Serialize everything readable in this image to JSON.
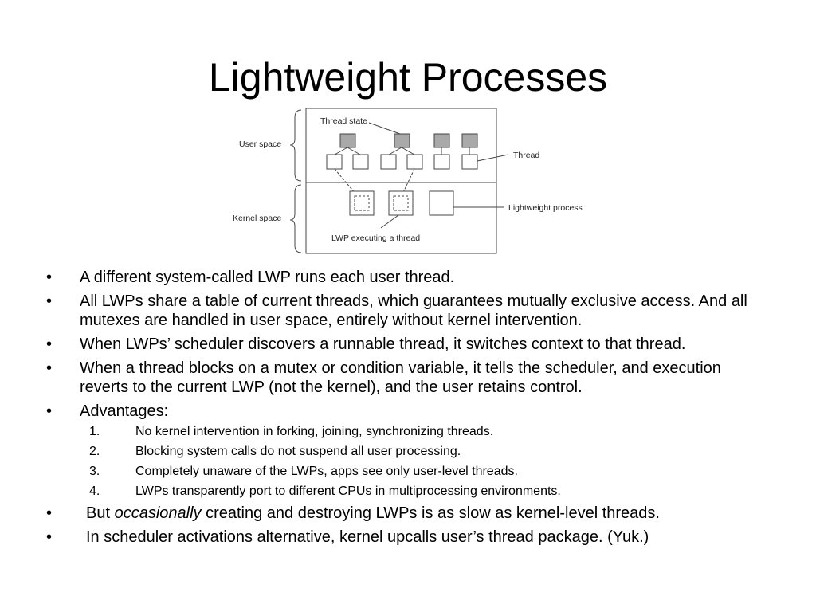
{
  "slide": {
    "title": "Lightweight Processes",
    "figure": {
      "labels": {
        "thread_state": "Thread state",
        "user_space": "User space",
        "kernel_space": "Kernel space",
        "thread": "Thread",
        "lightweight_process": "Lightweight process",
        "lwp_executing": "LWP executing a thread"
      }
    },
    "bullets": [
      "A different system-called LWP runs each user thread.",
      "All LWPs share a table of current threads, which guarantees mutually exclusive access. And all mutexes are handled in user space, entirely without kernel intervention.",
      "When LWPs’ scheduler discovers a runnable thread, it switches context to that thread.",
      "When a thread blocks on a mutex or condition variable, it tells the scheduler, and execution reverts to the current LWP (not the kernel), and the user retains control.",
      "Advantages:"
    ],
    "advantages": [
      {
        "num": "1.",
        "text": "No kernel intervention in forking, joining, synchronizing threads."
      },
      {
        "num": "2.",
        "text": "Blocking system calls do not suspend all user processing."
      },
      {
        "num": "3.",
        "text": "Completely unaware of the LWPs, apps see only user-level threads."
      },
      {
        "num": "4.",
        "text": "LWPs transparently port to different CPUs in multiprocessing environments."
      }
    ],
    "last_bullets": {
      "b6_pre": "But ",
      "b6_em": "occasionally",
      "b6_post": " creating and destroying LWPs is as slow as kernel-level threads.",
      "b7": "In scheduler activations alternative, kernel upcalls user’s thread package. (Yuk.)"
    },
    "bullet_glyph": "•"
  }
}
